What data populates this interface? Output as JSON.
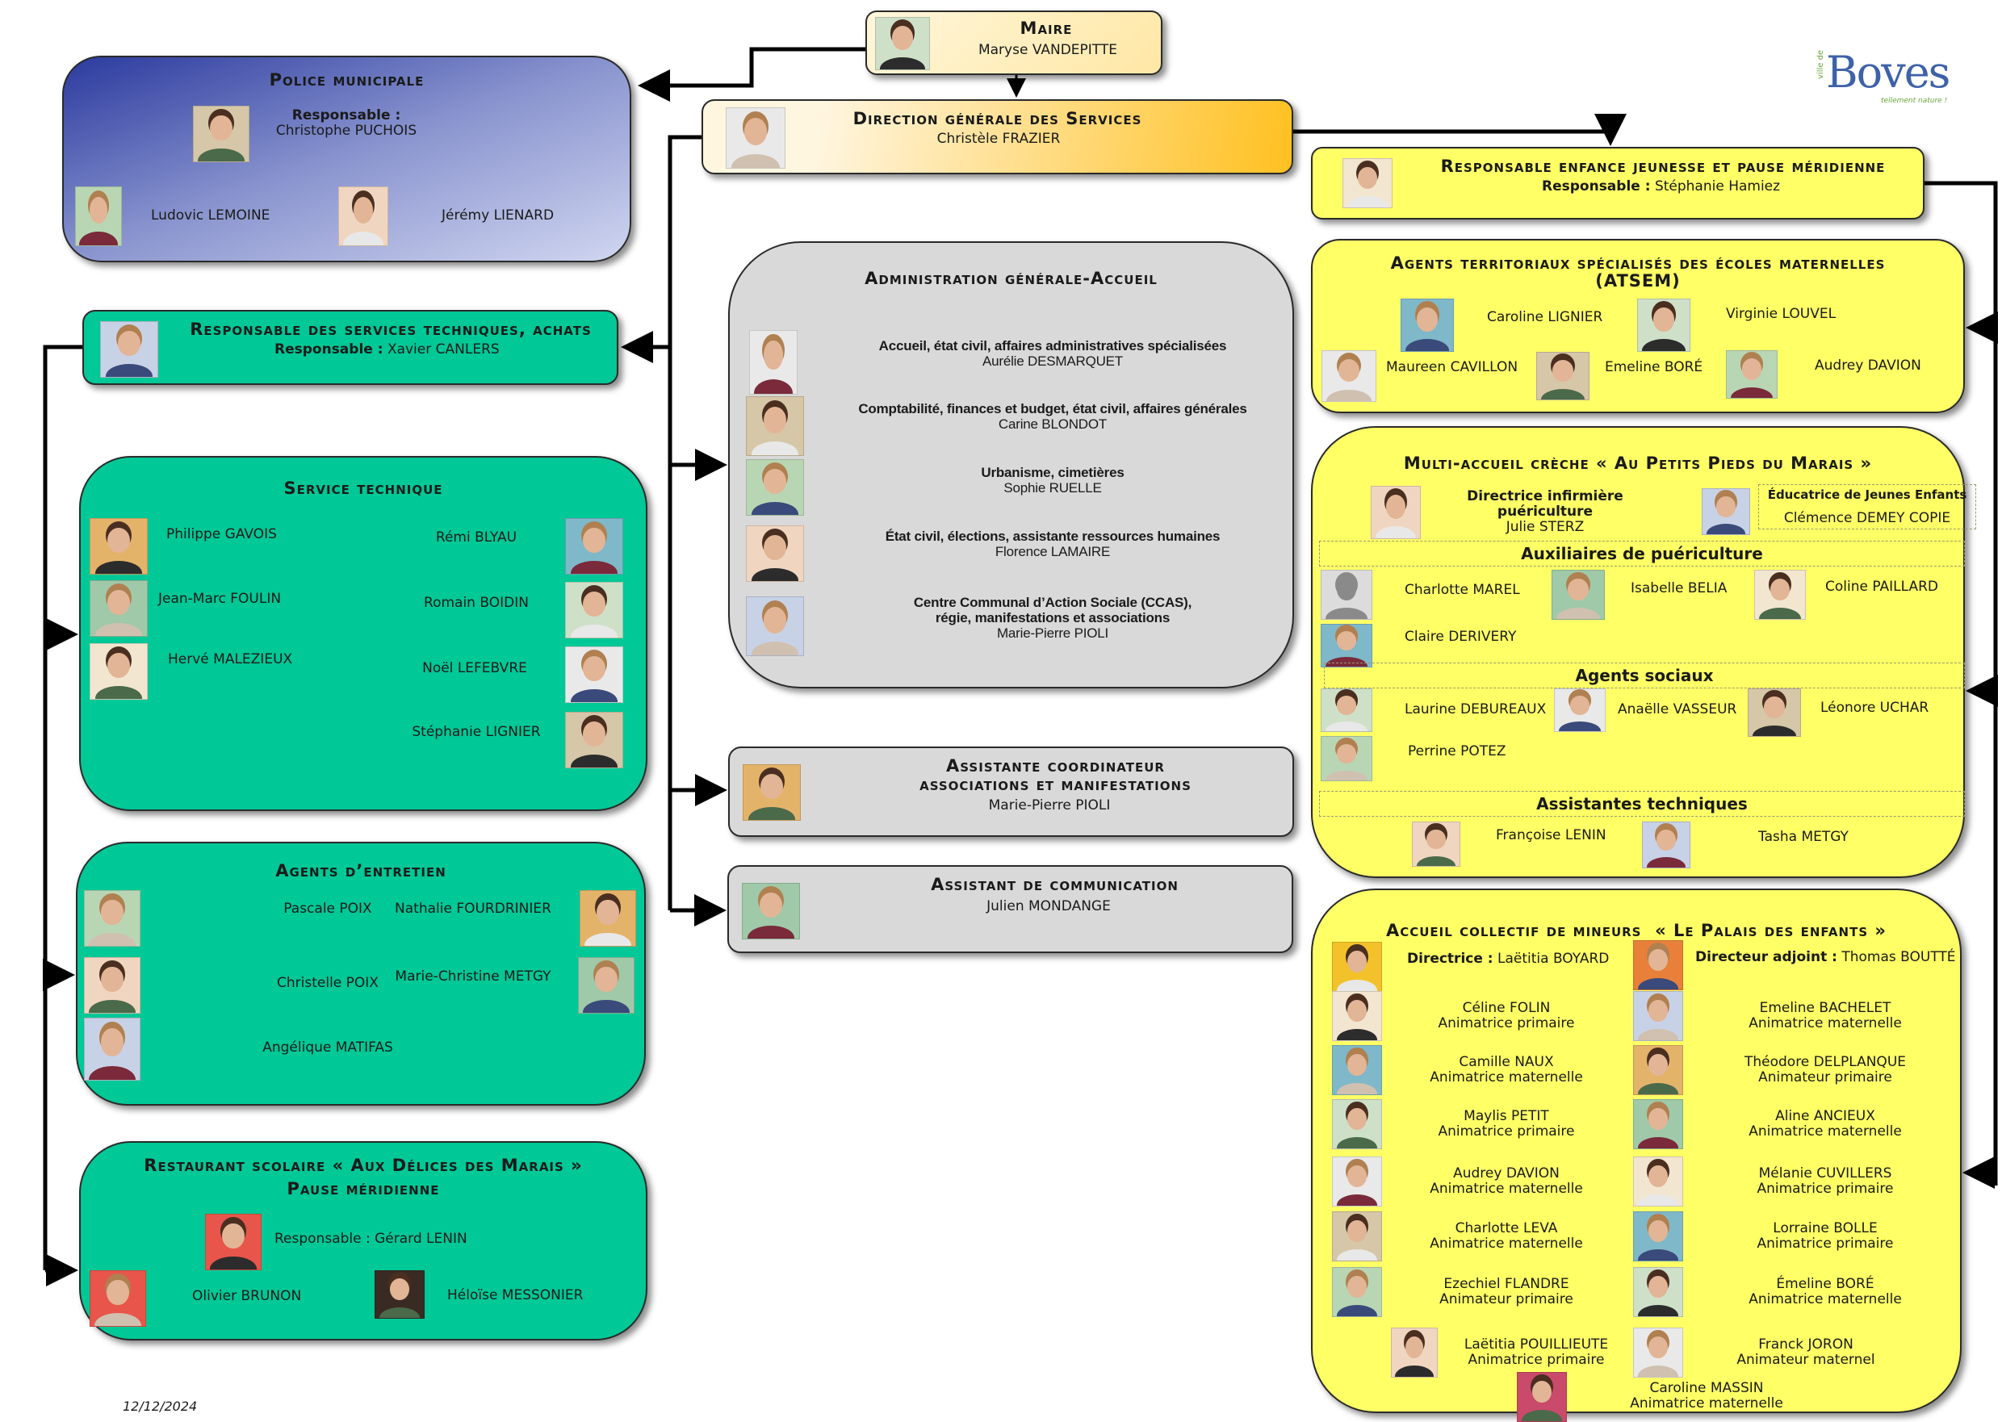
{
  "logo": {
    "prefix": "ville de",
    "text": "Boves",
    "tagline": "tellement nature !"
  },
  "date": "12/12/2024",
  "colors": {
    "green": "#00c896",
    "yellow": "#ffff66",
    "gray": "#d9d9d9",
    "police_dark": "#2b3a9e",
    "dgs_orange": "#ffc020"
  },
  "maire": {
    "title": "Maire",
    "name": "Maryse VANDEPITTE"
  },
  "dgs": {
    "title": "Direction générale des Services",
    "name": "Christèle FRAZIER"
  },
  "police": {
    "title": "Police municipale",
    "responsable_label": "Responsable :",
    "responsable": "Christophe PUCHOIS",
    "members": [
      {
        "name": "Ludovic LEMOINE"
      },
      {
        "name": "Jérémy LIENARD"
      }
    ]
  },
  "resp_tech": {
    "title": "Responsable des services techniques, achats",
    "label": "Responsable :",
    "name": "Xavier CANLERS"
  },
  "service_tech": {
    "title": "Service technique",
    "left": [
      {
        "name": "Philippe GAVOIS"
      },
      {
        "name": "Jean-Marc FOULIN"
      },
      {
        "name": "Hervé MALEZIEUX"
      }
    ],
    "right": [
      {
        "name": "Rémi BLYAU"
      },
      {
        "name": "Romain BOIDIN"
      },
      {
        "name": "Noël LEFEBVRE"
      },
      {
        "name": "Stéphanie LIGNIER"
      }
    ]
  },
  "entretien": {
    "title": "Agents d’entretien",
    "left": [
      {
        "name": "Pascale POIX"
      },
      {
        "name": "Christelle POIX"
      },
      {
        "name": "Angélique MATIFAS"
      }
    ],
    "right": [
      {
        "name": "Nathalie FOURDRINIER"
      },
      {
        "name": "Marie-Christine METGY"
      }
    ]
  },
  "restaurant": {
    "title_line1": "Restaurant scolaire « Aux Délices des Marais »",
    "title_line2": "Pause méridienne",
    "responsable": "Responsable : Gérard LENIN",
    "members": [
      {
        "name": "Olivier BRUNON"
      },
      {
        "name": "Héloïse MESSONIER"
      }
    ]
  },
  "admin": {
    "title": "Administration générale-Accueil",
    "members": [
      {
        "role": "Accueil, état civil, affaires administratives spécialisées",
        "name": "Aurélie DESMARQUET"
      },
      {
        "role": "Comptabilité, finances et budget, état civil, affaires générales",
        "name": "Carine BLONDOT"
      },
      {
        "role": "Urbanisme, cimetières",
        "name": "Sophie RUELLE"
      },
      {
        "role": "État civil, élections, assistante ressources humaines",
        "name": "Florence LAMAIRE"
      },
      {
        "role": "Centre Communal d’Action Sociale (CCAS),",
        "role2": "régie, manifestations et associations",
        "name": "Marie-Pierre PIOLI"
      }
    ]
  },
  "assistante": {
    "title_line1": "Assistante coordinateur",
    "title_line2": "associations et manifestations",
    "name": "Marie-Pierre PIOLI"
  },
  "communication": {
    "title": "Assistant de communication",
    "name": "Julien MONDANGE"
  },
  "enfance": {
    "title": "Responsable enfance jeunesse et pause méridienne",
    "label": "Responsable :",
    "name": "Stéphanie Hamiez"
  },
  "atsem": {
    "title_line1": "Agents territoriaux spécialisés des écoles maternelles",
    "title_line2": "(ATSEM)",
    "members": [
      {
        "name": "Caroline LIGNIER"
      },
      {
        "name": "Virginie LOUVEL"
      },
      {
        "name": "Maureen CAVILLON"
      },
      {
        "name": "Emeline BORÉ"
      },
      {
        "name": "Audrey DAVION"
      }
    ]
  },
  "creche": {
    "title": "Multi-accueil crèche « Au Petits Pieds du Marais »",
    "directrice": {
      "role_line1": "Directrice infirmière",
      "role_line2": "puériculture",
      "name": "Julie STERZ"
    },
    "educatrice": {
      "role": "Éducatrice de Jeunes Enfants",
      "name": "Clémence DEMEY COPIE"
    },
    "sections": [
      {
        "title": "Auxiliaires de puériculture",
        "members": [
          {
            "name": "Charlotte MAREL"
          },
          {
            "name": "Isabelle BELIA"
          },
          {
            "name": "Coline PAILLARD"
          },
          {
            "name": "Claire DERIVERY"
          }
        ]
      },
      {
        "title": "Agents sociaux",
        "members": [
          {
            "name": "Laurine DEBUREAUX"
          },
          {
            "name": "Anaëlle VASSEUR"
          },
          {
            "name": "Léonore UCHAR"
          },
          {
            "name": "Perrine POTEZ"
          }
        ]
      },
      {
        "title": "Assistantes techniques",
        "members": [
          {
            "name": "Françoise LENIN"
          },
          {
            "name": "Tasha METGY"
          }
        ]
      }
    ]
  },
  "acm": {
    "title": "Accueil collectif de mineurs  « Le Palais des enfants »",
    "directrice": {
      "label": "Directrice :",
      "name": "Laëtitia BOYARD"
    },
    "adjoint": {
      "label": "Directeur adjoint :",
      "name": "Thomas BOUTTÉ"
    },
    "left": [
      {
        "name": "Céline FOLIN",
        "role": "Animatrice primaire"
      },
      {
        "name": "Camille NAUX",
        "role": "Animatrice maternelle"
      },
      {
        "name": "Maylis PETIT",
        "role": "Animatrice primaire"
      },
      {
        "name": "Audrey DAVION",
        "role": "Animatrice maternelle"
      },
      {
        "name": "Charlotte LEVA",
        "role": "Animatrice maternelle"
      },
      {
        "name": "Ezechiel FLANDRE",
        "role": "Animateur primaire"
      },
      {
        "name": "Laëtitia POUILLIEUTE",
        "role": "Animatrice primaire"
      }
    ],
    "right": [
      {
        "name": "Emeline BACHELET",
        "role": "Animatrice maternelle"
      },
      {
        "name": "Théodore DELPLANQUE",
        "role": "Animateur primaire"
      },
      {
        "name": "Aline ANCIEUX",
        "role": "Animatrice maternelle"
      },
      {
        "name": "Mélanie CUVILLERS",
        "role": "Animatrice primaire"
      },
      {
        "name": "Lorraine BOLLE",
        "role": "Animatrice primaire"
      },
      {
        "name": "Émeline BORÉ",
        "role": "Animatrice maternelle"
      },
      {
        "name": "Franck JORON",
        "role": "Animateur maternel"
      }
    ],
    "last": {
      "name": "Caroline MASSIN",
      "role": "Animatrice maternelle"
    }
  }
}
